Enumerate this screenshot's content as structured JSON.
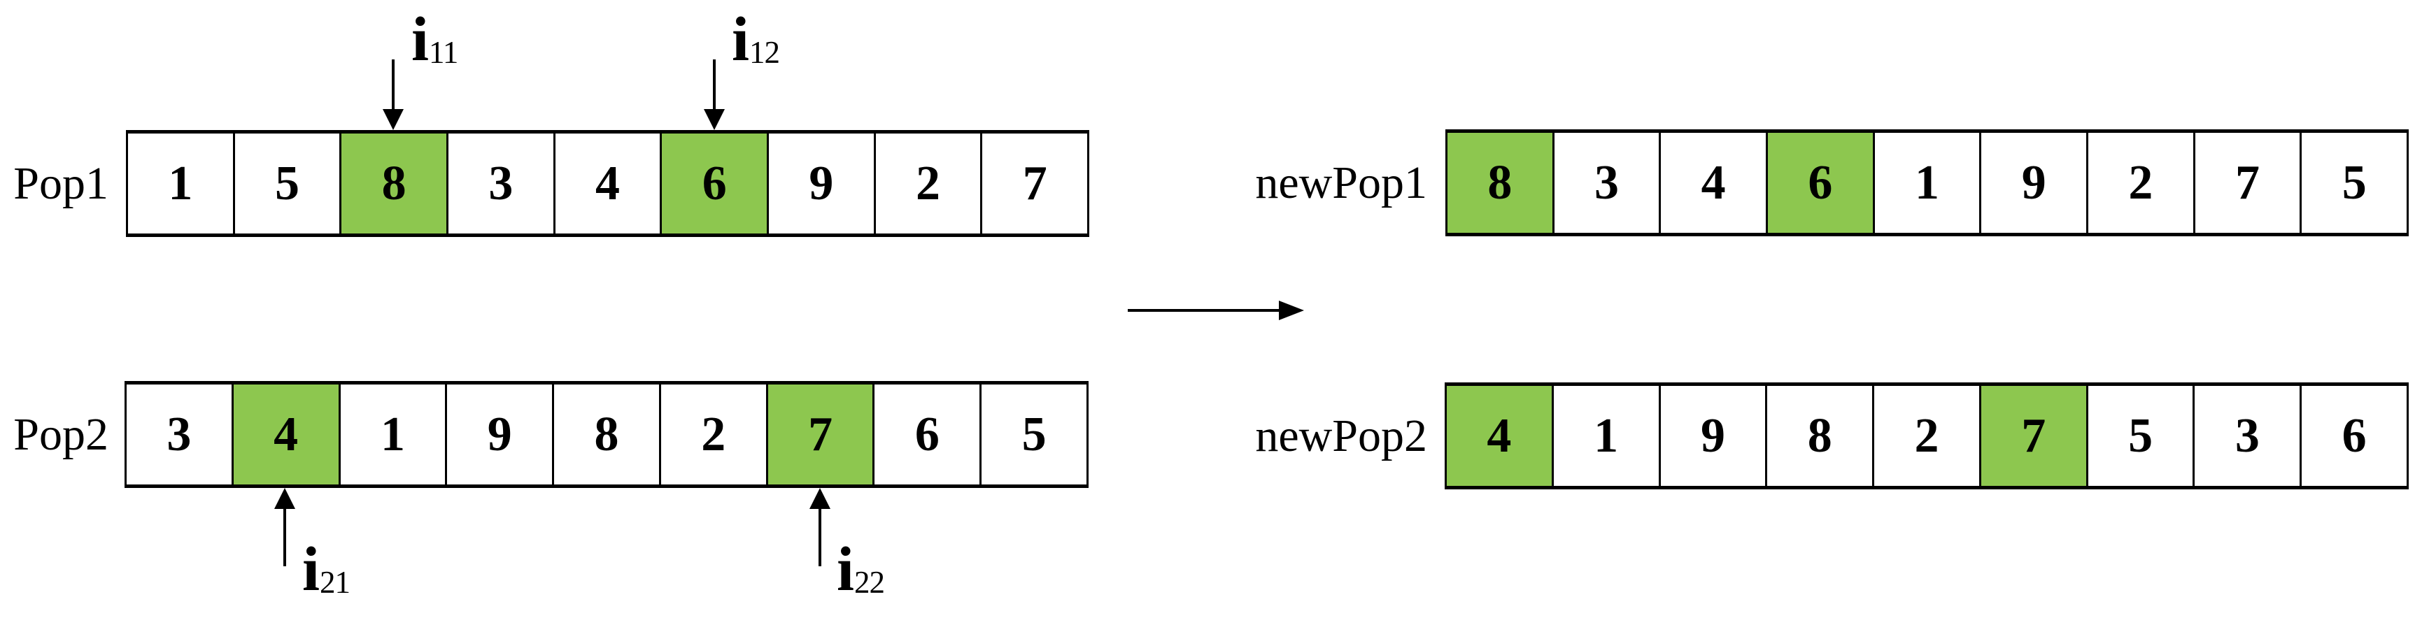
{
  "diagram": {
    "highlight_color": "#8DC74F",
    "rows": [
      {
        "id": "pop1",
        "label": "Pop1",
        "cells": [
          "1",
          "5",
          "8",
          "3",
          "4",
          "6",
          "9",
          "2",
          "7"
        ],
        "highlights": [
          2,
          5
        ]
      },
      {
        "id": "pop2",
        "label": "Pop2",
        "cells": [
          "3",
          "4",
          "1",
          "9",
          "8",
          "2",
          "7",
          "6",
          "5"
        ],
        "highlights": [
          1,
          6
        ]
      },
      {
        "id": "newpop1",
        "label": "newPop1",
        "cells": [
          "8",
          "3",
          "4",
          "6",
          "1",
          "9",
          "2",
          "7",
          "5"
        ],
        "highlights": [
          0,
          3
        ]
      },
      {
        "id": "newpop2",
        "label": "newPop2",
        "cells": [
          "4",
          "1",
          "9",
          "8",
          "2",
          "7",
          "5",
          "3",
          "6"
        ],
        "highlights": [
          0,
          5
        ]
      }
    ],
    "markers": [
      {
        "id": "i11",
        "base": "i",
        "sub": "11"
      },
      {
        "id": "i12",
        "base": "i",
        "sub": "12"
      },
      {
        "id": "i21",
        "base": "i",
        "sub": "21"
      },
      {
        "id": "i22",
        "base": "i",
        "sub": "22"
      }
    ]
  }
}
